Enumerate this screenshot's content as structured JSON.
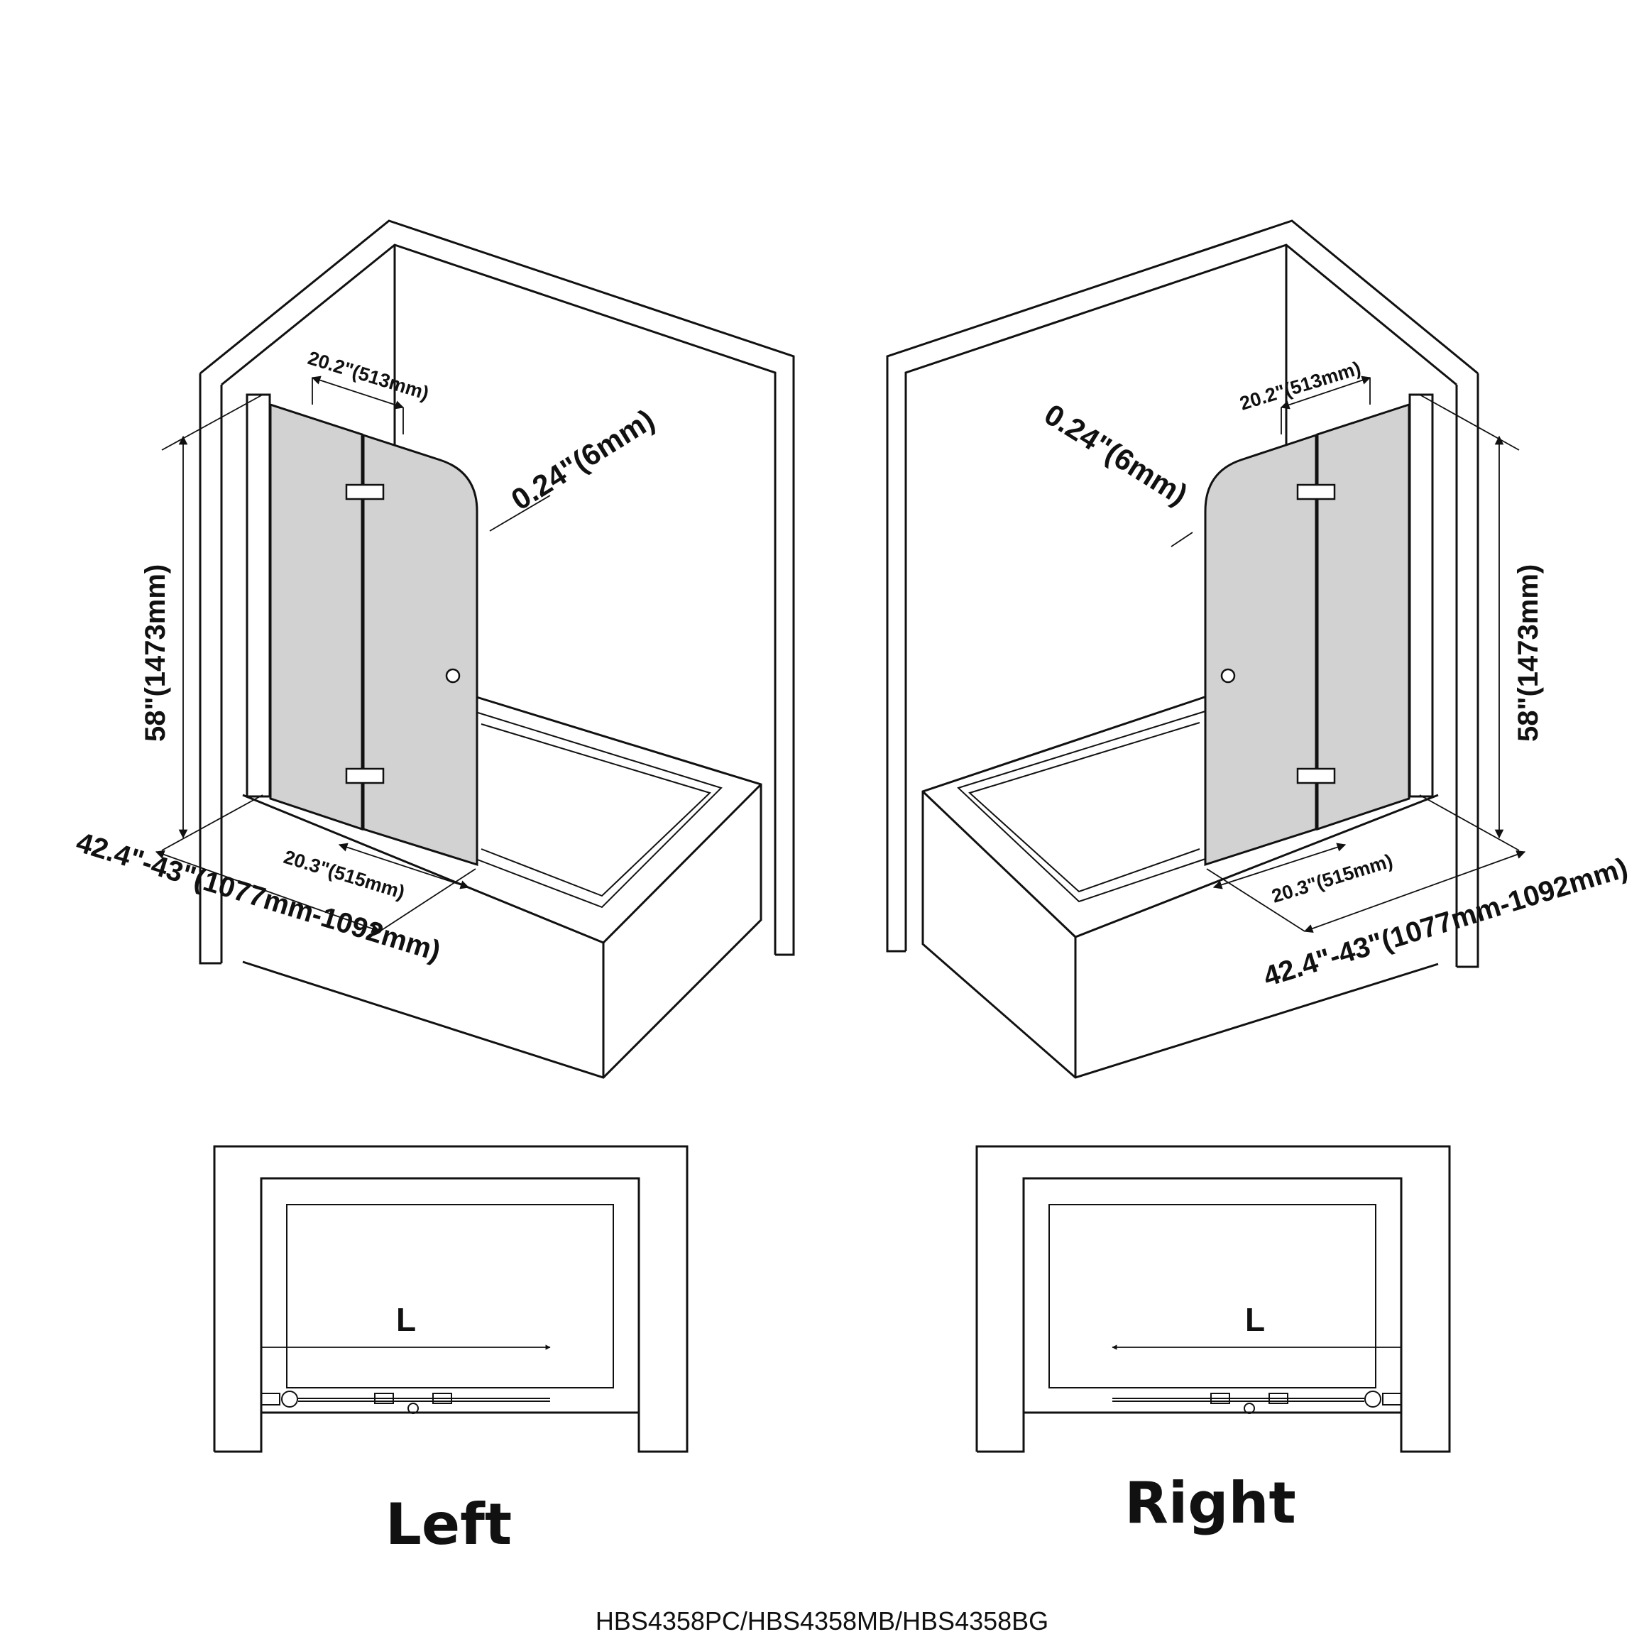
{
  "views": {
    "left": {
      "width_top": "20.2\"(513mm)",
      "thickness": "0.24\"(6mm)",
      "height": "58\"(1473mm)",
      "width_bottom": "20.3\"(515mm)",
      "total_width": "42.4\"-43\"(1077mm-1092mm)",
      "plan_label": "L",
      "caption": "Left"
    },
    "right": {
      "width_top": "20.2\"(513mm)",
      "thickness": "0.24\"(6mm)",
      "height": "58\"(1473mm)",
      "width_bottom": "20.3\"(515mm)",
      "total_width": "42.4\"-43\"(1077mm-1092mm)",
      "plan_label": "L",
      "caption": "Right"
    }
  },
  "model_codes": "HBS4358PC/HBS4358MB/HBS4358BG"
}
